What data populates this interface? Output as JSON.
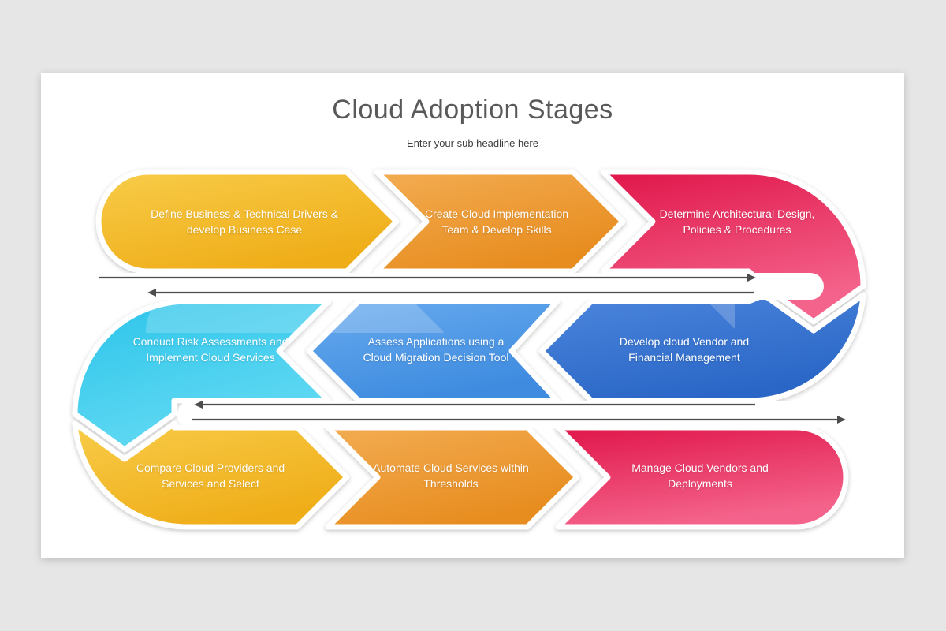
{
  "page": {
    "background_color": "#e7e6e6",
    "card_color": "#ffffff"
  },
  "header": {
    "title": "Cloud Adoption Stages",
    "subtitle": "Enter your sub headline here",
    "title_color": "#595959",
    "subtitle_color": "#404040"
  },
  "stages": [
    {
      "row": 1,
      "direction": "right",
      "color": "#F2B728",
      "line1": "Define Business & Technical Drivers &",
      "line2": "develop Business Case"
    },
    {
      "row": 1,
      "direction": "right",
      "color": "#EC9A32",
      "line1": "Create Cloud Implementation",
      "line2": "Team & Develop Skills"
    },
    {
      "row": 1,
      "direction": "down-turn",
      "color": "#E62A58",
      "line1": "Determine Architectural Design,",
      "line2": "Policies & Procedures"
    },
    {
      "row": 2,
      "direction": "left",
      "color": "#38CBEC",
      "line1": "Conduct Risk Assessments and",
      "line2": "Implement Cloud Services"
    },
    {
      "row": 2,
      "direction": "left",
      "color": "#4F9BE8",
      "line1": "Assess Applications using a",
      "line2": "Cloud Migration Decision Tool"
    },
    {
      "row": 2,
      "direction": "down-turn",
      "color": "#2F6FD1",
      "line1": "Develop cloud Vendor and",
      "line2": "Financial Management"
    },
    {
      "row": 3,
      "direction": "right",
      "color": "#F2BB3A",
      "line1": "Compare Cloud Providers and",
      "line2": "Services and Select"
    },
    {
      "row": 3,
      "direction": "right",
      "color": "#EE9F44",
      "line1": "Automate Cloud Services within",
      "line2": "Thresholds"
    },
    {
      "row": 3,
      "direction": "right",
      "color": "#EC3563",
      "line1": "Manage Cloud Vendors and",
      "line2": "Deployments"
    }
  ],
  "flow_lines": [
    {
      "between": "row1-row2",
      "top_arrow": "points-right",
      "bottom_arrow": "points-left"
    },
    {
      "between": "row2-row3",
      "top_arrow": "points-left",
      "bottom_arrow": "points-right"
    }
  ],
  "colors": {
    "arrow_line": "#4d4d4d",
    "text_on_shapes": "#ffffff"
  }
}
